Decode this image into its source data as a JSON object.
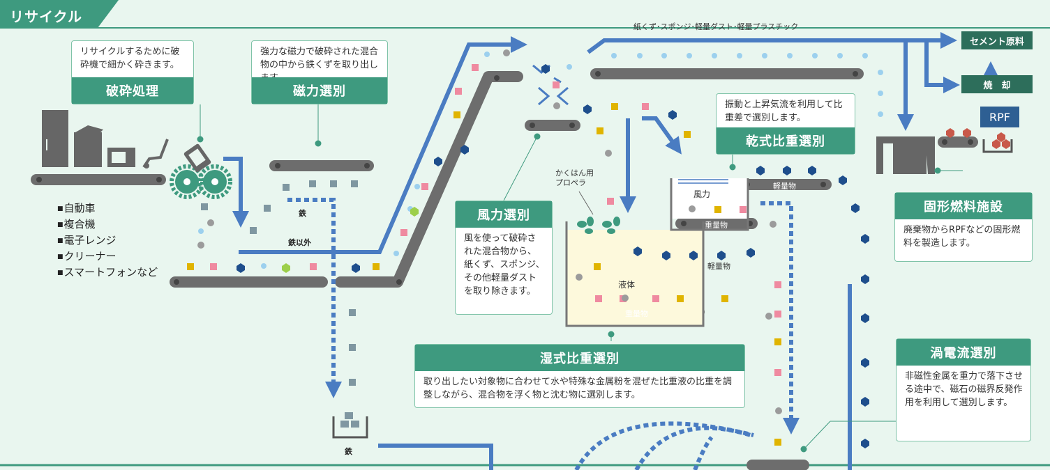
{
  "header": {
    "title": "リサイクル"
  },
  "items_list": [
    "自動車",
    "複合機",
    "電子レンジ",
    "クリーナー",
    "スマートフォンなど"
  ],
  "crushing": {
    "desc": "リサイクルするために破砕機で細かく砕きます。",
    "title": "破砕処理"
  },
  "magnetic": {
    "desc": "強力な磁力で破砕された混合物の中から鉄くずを取り出します。",
    "title": "磁力選別"
  },
  "wind": {
    "title": "風力選別",
    "desc": "風を使って破砕された混合物から、紙くず、スポンジ、その他軽量ダストを取り除きます。"
  },
  "wet": {
    "title": "湿式比重選別",
    "desc": "取り出したい対象物に合わせて水や特殊な金属粉を混ぜた比重液の比重を調整しながら、混合物を浮く物と沈む物に選別します。"
  },
  "dry": {
    "desc": "振動と上昇気流を利用して比重差で選別します。",
    "title": "乾式比重選別"
  },
  "solid_fuel": {
    "title": "固形燃料施設",
    "desc": "廃棄物からRPFなどの固形燃料を製造します。"
  },
  "eddy": {
    "title": "渦電流選別",
    "desc": "非磁性金属を重力で落下させる途中で、磁石の磁界反発作用を利用して選別します。"
  },
  "labels": {
    "iron": "鉄",
    "non_iron": "鉄以外",
    "iron_bin": "鉄",
    "paper_dust": "紙くず･スポンジ･軽量ダスト･軽量プラスチック",
    "cement": "セメント原料",
    "burn": "焼　却",
    "rpf": "RPF",
    "propeller_1": "かくはん用",
    "propeller_2": "プロペラ",
    "liquid": "液体",
    "heavy_wet": "重量物",
    "light_wet": "軽量物",
    "wind_force": "風力",
    "heavy_dry": "重量物",
    "light_dry": "軽量物"
  },
  "colors": {
    "main_green": "#3e9a7f",
    "dark_green": "#2d6e5b",
    "arrow_blue": "#4a7cc2",
    "belt_gray": "#6d6d6d",
    "background": "#e9f6ef",
    "particle_pink": "#ef8aa0",
    "particle_yellow": "#e0b400",
    "particle_navy": "#1e4e8c",
    "particle_lightblue": "#9cd0ee",
    "particle_gray": "#9b9b9b",
    "particle_lime": "#9ccf4a",
    "iron_block": "#7f97a1"
  }
}
